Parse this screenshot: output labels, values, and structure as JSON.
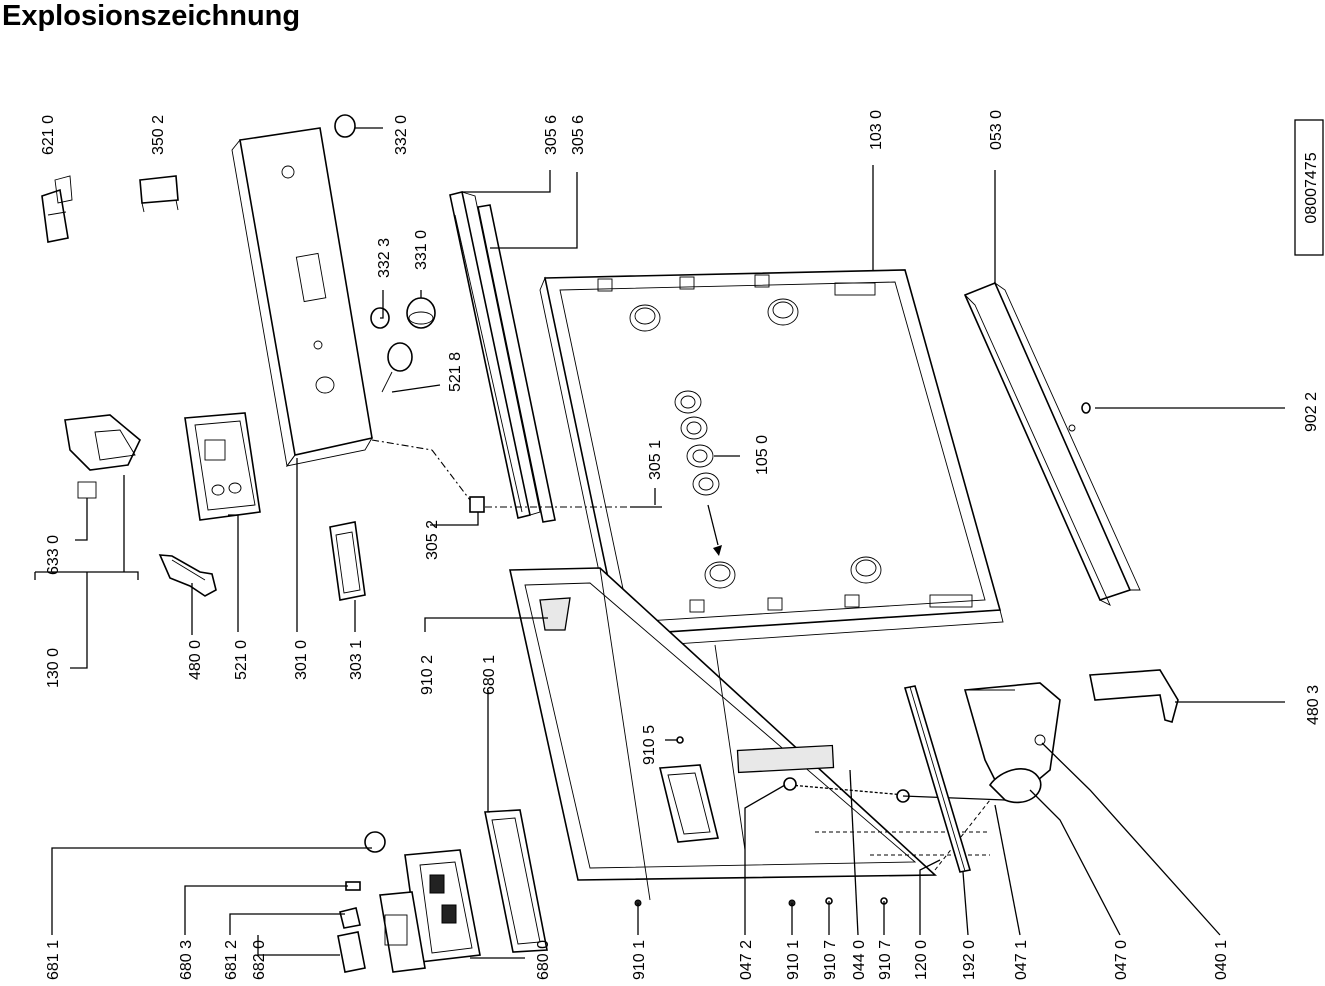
{
  "title": "Explosionszeichnung",
  "doc_number": "08007475",
  "labels": [
    {
      "id": "621_0",
      "text": "621 0"
    },
    {
      "id": "350_2",
      "text": "350 2"
    },
    {
      "id": "332_0",
      "text": "332 0"
    },
    {
      "id": "305_6a",
      "text": "305 6"
    },
    {
      "id": "305_6b",
      "text": "305 6"
    },
    {
      "id": "103_0",
      "text": "103 0"
    },
    {
      "id": "053_0",
      "text": "053 0"
    },
    {
      "id": "332_3",
      "text": "332 3"
    },
    {
      "id": "331_0",
      "text": "331 0"
    },
    {
      "id": "521_8",
      "text": "521 8"
    },
    {
      "id": "305_1",
      "text": "305 1"
    },
    {
      "id": "105_0",
      "text": "105 0"
    },
    {
      "id": "902_2",
      "text": "902 2"
    },
    {
      "id": "305_2",
      "text": "305 2"
    },
    {
      "id": "633_0",
      "text": "633 0"
    },
    {
      "id": "130_0",
      "text": "130 0"
    },
    {
      "id": "480_0",
      "text": "480 0"
    },
    {
      "id": "521_0",
      "text": "521 0"
    },
    {
      "id": "301_0",
      "text": "301 0"
    },
    {
      "id": "303_1",
      "text": "303 1"
    },
    {
      "id": "910_2",
      "text": "910 2"
    },
    {
      "id": "680_1",
      "text": "680 1"
    },
    {
      "id": "910_5",
      "text": "910 5"
    },
    {
      "id": "480_3",
      "text": "480 3"
    },
    {
      "id": "681_1",
      "text": "681 1"
    },
    {
      "id": "680_3",
      "text": "680 3"
    },
    {
      "id": "681_2",
      "text": "681 2"
    },
    {
      "id": "682_0",
      "text": "682 0"
    },
    {
      "id": "680_0",
      "text": "680 0"
    },
    {
      "id": "910_1a",
      "text": "910 1"
    },
    {
      "id": "047_2",
      "text": "047 2"
    },
    {
      "id": "910_1b",
      "text": "910 1"
    },
    {
      "id": "910_7a",
      "text": "910 7"
    },
    {
      "id": "044_0",
      "text": "044 0"
    },
    {
      "id": "910_7b",
      "text": "910 7"
    },
    {
      "id": "120_0",
      "text": "120 0"
    },
    {
      "id": "192_0",
      "text": "192 0"
    },
    {
      "id": "047_1",
      "text": "047 1"
    },
    {
      "id": "047_0",
      "text": "047 0"
    },
    {
      "id": "040_1",
      "text": "040 1"
    }
  ]
}
